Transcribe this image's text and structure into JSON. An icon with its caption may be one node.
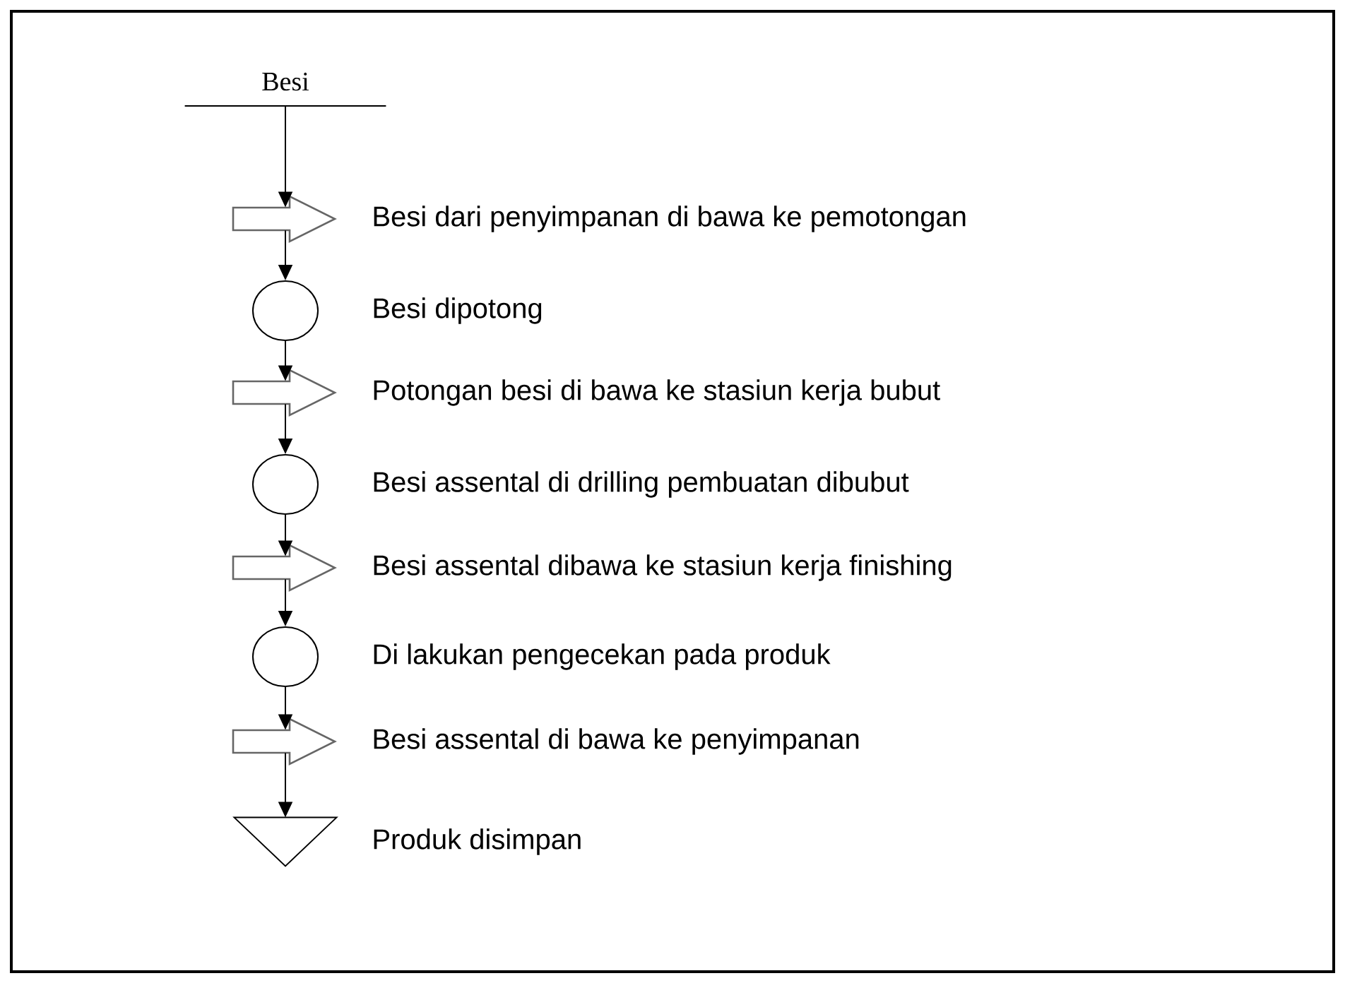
{
  "diagram": {
    "nodes": [
      {
        "text": [
          "Besi"
        ]
      },
      {
        "text": [],
        "shape": "arrow",
        "beside": [
          "Besi  dari penyimpanan di bawa ke pemotongan"
        ]
      },
      {
        "text": [],
        "shape": "circle",
        "beside": [
          "Besi dipotong"
        ]
      },
      {
        "text": [],
        "shape": "arrow",
        "beside": [
          "Potongan besi di bawa ke stasiun kerja bubut"
        ]
      },
      {
        "text": [],
        "shape": "circle",
        "beside": [
          "Besi assental di drilling pembuatan dibubut"
        ]
      },
      {
        "text": [],
        "shape": "arrow",
        "beside": [
          "Besi assental dibawa ke stasiun kerja finishing"
        ]
      },
      {
        "text": [],
        "shape": "circle",
        "beside": [
          "Di lakukan pengecekan pada produk"
        ]
      },
      {
        "text": [],
        "shape": "arrow",
        "beside": [
          "Besi assental di bawa ke penyimpanan"
        ]
      },
      {
        "text": [],
        "shape": "triangle",
        "beside": [
          "Produk disimpan"
        ]
      }
    ],
    "edges": [
      {
        "from": 0,
        "to": 1,
        "arrow": "to"
      },
      {
        "from": 1,
        "to": 2,
        "arrow": "to"
      },
      {
        "from": 2,
        "to": 3,
        "arrow": "to"
      },
      {
        "from": 3,
        "to": 4,
        "arrow": "to"
      },
      {
        "from": 4,
        "to": 5,
        "arrow": "to"
      },
      {
        "from": 5,
        "to": 6,
        "arrow": "to"
      },
      {
        "from": 6,
        "to": 7,
        "arrow": "to"
      },
      {
        "from": 7,
        "to": 8,
        "arrow": "to"
      }
    ]
  }
}
